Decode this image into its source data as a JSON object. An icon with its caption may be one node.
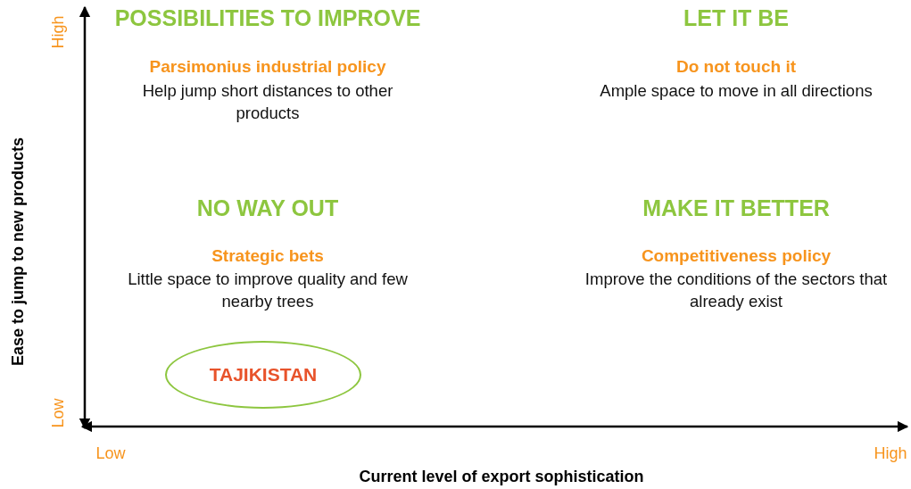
{
  "diagram": {
    "nodes": [
      {
        "text": [
          "TAJIKISTAN"
        ]
      }
    ],
    "labels": [
      "High",
      "POSSIBILITIES TO IMPROVE",
      "LET IT BE",
      "Parsimonius industrial policy",
      "Do not touch it",
      "Help jump short distances to other products",
      "Ample space to move in all directions",
      "Ease to jump to new products",
      "NO WAY OUT",
      "MAKE IT BETTER",
      "Strategic bets",
      "Competitiveness policy",
      "Little space to improve quality and few nearby trees",
      "Improve the conditions of the sectors that already exist",
      "Low",
      "Low",
      "High",
      "Current level of export sophistication"
    ]
  }
}
